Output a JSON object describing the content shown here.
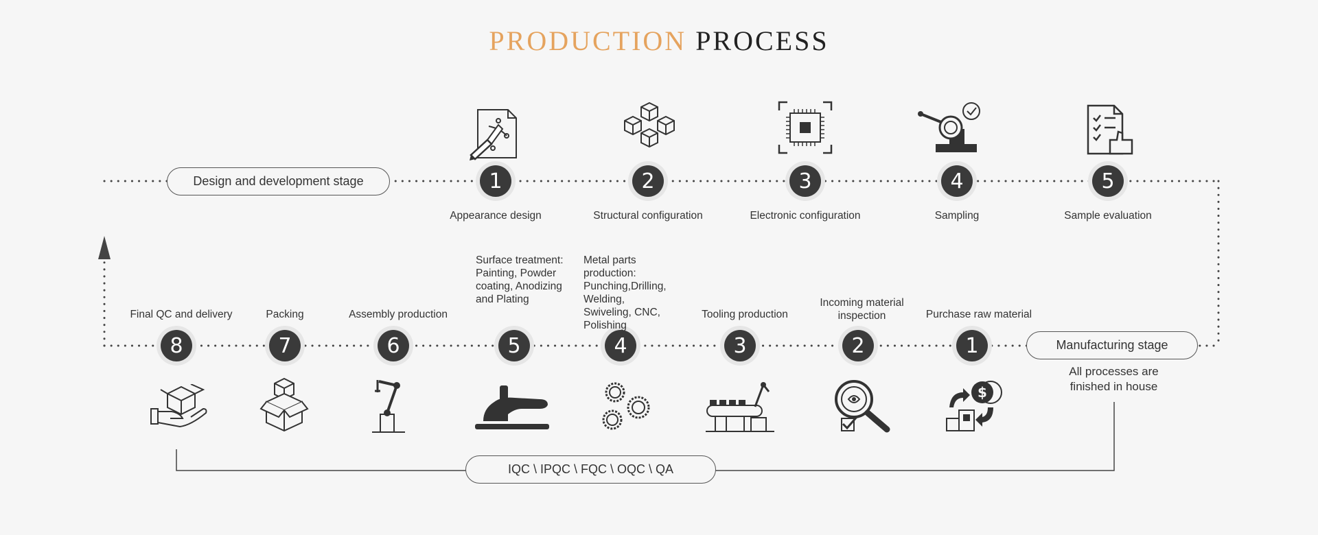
{
  "title": {
    "part1": "PRODUCTION",
    "part2": "PROCESS"
  },
  "design_stage": {
    "label": "Design and development stage"
  },
  "manufacturing_stage": {
    "label": "Manufacturing stage",
    "note": "All processes are finished in house"
  },
  "qc_label": "IQC \\ IPQC \\ FQC \\ OQC \\ QA",
  "top_steps": [
    {
      "num": "1",
      "label": "Appearance design",
      "icon": "pen-document-icon"
    },
    {
      "num": "2",
      "label": "Structural configuration",
      "icon": "cubes-icon"
    },
    {
      "num": "3",
      "label": "Electronic configuration",
      "icon": "chip-icon"
    },
    {
      "num": "4",
      "label": "Sampling",
      "icon": "magnifier-check-icon"
    },
    {
      "num": "5",
      "label": "Sample evaluation",
      "icon": "checklist-thumb-icon"
    }
  ],
  "bottom_steps": [
    {
      "num": "1",
      "label": "Purchase raw material",
      "icon": "purchase-money-icon"
    },
    {
      "num": "2",
      "label": "Incoming material inspection",
      "icon": "inspection-magnifier-icon"
    },
    {
      "num": "3",
      "label": "Tooling production",
      "icon": "tooling-conveyor-icon"
    },
    {
      "num": "4",
      "label": "Metal parts production: Punching,Drilling, Welding, Swiveling, CNC, Polishing",
      "icon": "gears-icon"
    },
    {
      "num": "5",
      "label": "Surface treatment: Painting, Powder coating, Anodizing and Plating",
      "icon": "polisher-icon"
    },
    {
      "num": "6",
      "label": "Assembly production",
      "icon": "robot-arm-icon"
    },
    {
      "num": "7",
      "label": "Packing",
      "icon": "boxes-icon"
    },
    {
      "num": "8",
      "label": "Final QC and delivery",
      "icon": "box-hand-icon"
    }
  ],
  "colors": {
    "accent": "#e5a35e",
    "dark": "#3a3a3a",
    "line": "#555555"
  }
}
